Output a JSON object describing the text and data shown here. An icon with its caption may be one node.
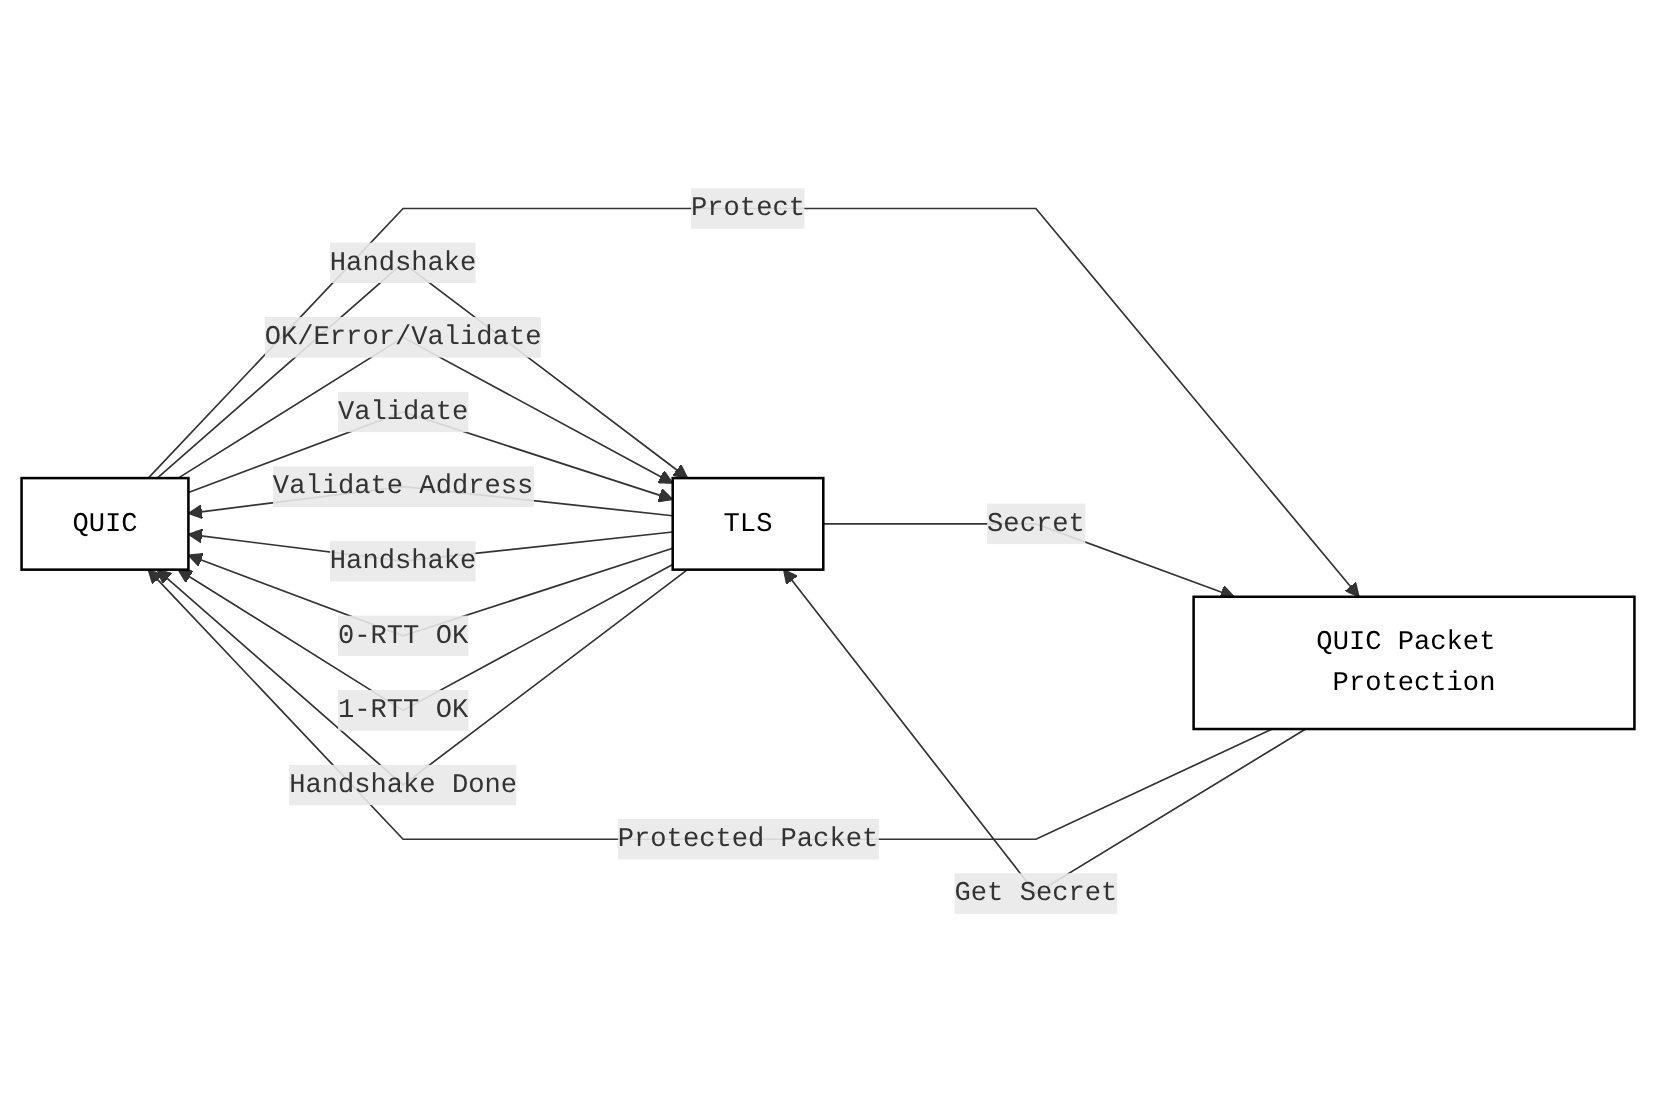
{
  "diagram": {
    "nodes": [
      {
        "text": [
          "QUIC"
        ]
      },
      {
        "text": [
          "TLS"
        ]
      },
      {
        "text": [
          "QUIC Packet Protection"
        ]
      }
    ],
    "edges": [
      {
        "from": 0,
        "to": 1,
        "arrow": "to",
        "label": "Handshake"
      },
      {
        "from": 1,
        "to": 0,
        "arrow": "to",
        "label": "Validate Address"
      },
      {
        "from": 0,
        "to": 1,
        "arrow": "to",
        "label": "OK/Error/Validate"
      },
      {
        "from": 1,
        "to": 0,
        "arrow": "to",
        "label": "Handshake"
      },
      {
        "from": 0,
        "to": 1,
        "arrow": "to",
        "label": "Validate"
      },
      {
        "from": 1,
        "to": 0,
        "arrow": "to",
        "label": "0-RTT OK"
      },
      {
        "from": 1,
        "to": 0,
        "arrow": "to",
        "label": "1-RTT OK"
      },
      {
        "from": 1,
        "to": 0,
        "arrow": "to",
        "label": "Handshake Done"
      },
      {
        "from": 0,
        "to": 2,
        "arrow": "to",
        "label": "Protect"
      },
      {
        "from": 2,
        "to": 0,
        "arrow": "to",
        "label": "Protected Packet"
      },
      {
        "from": 2,
        "to": 1,
        "arrow": "to",
        "label": "Get Secret"
      },
      {
        "from": 1,
        "to": 2,
        "arrow": "to",
        "label": "Secret"
      }
    ]
  }
}
